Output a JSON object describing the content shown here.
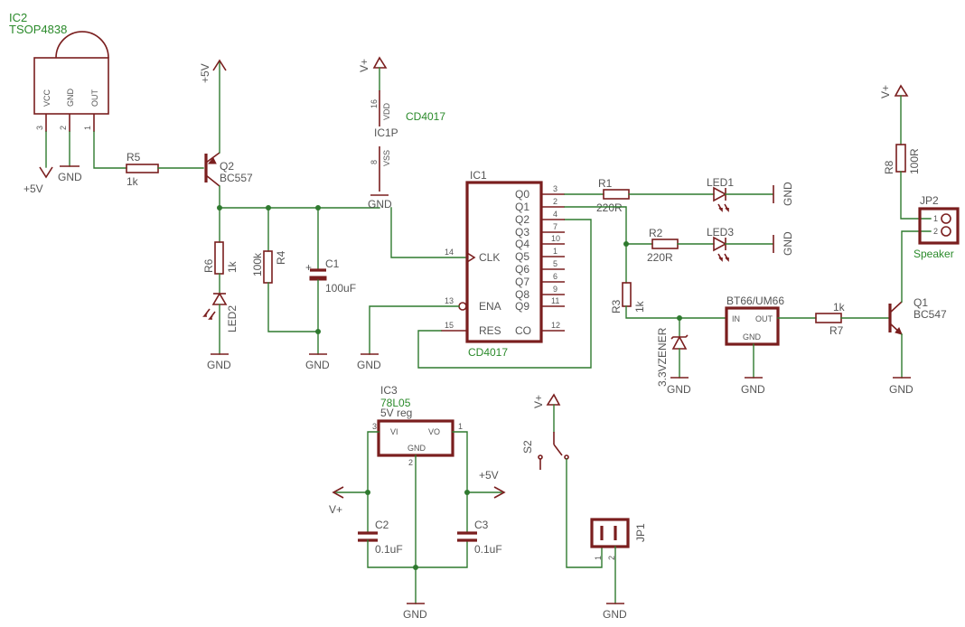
{
  "ic2": {
    "ref": "IC2",
    "part": "TSOP4838",
    "pins": [
      "VCC",
      "GND",
      "OUT"
    ],
    "pin_numbers": [
      "3",
      "2",
      "1"
    ]
  },
  "power": {
    "p5v": "+5V",
    "vplus": "V+",
    "gnd": "GND"
  },
  "r5": {
    "ref": "R5",
    "value": "1k"
  },
  "q2": {
    "ref": "Q2",
    "part": "BC557"
  },
  "r6": {
    "ref": "R6",
    "value": "1k"
  },
  "led2": {
    "ref": "LED2"
  },
  "r4": {
    "ref": "R4",
    "value": "100k"
  },
  "c1": {
    "ref": "C1",
    "value": "100uF",
    "polarity": "+"
  },
  "ic1p": {
    "ref": "IC1P",
    "part": "CD4017",
    "vdd": "VDD",
    "vss": "VSS",
    "pin_vdd": "16",
    "pin_vss": "8"
  },
  "ic1": {
    "ref": "IC1",
    "part": "CD4017",
    "left_pins": [
      {
        "name": "CLK",
        "num": "14"
      },
      {
        "name": "ENA",
        "num": "13"
      },
      {
        "name": "RES",
        "num": "15"
      }
    ],
    "right_pins": [
      {
        "name": "Q0",
        "num": "3"
      },
      {
        "name": "Q1",
        "num": "2"
      },
      {
        "name": "Q2",
        "num": "4"
      },
      {
        "name": "Q3",
        "num": "7"
      },
      {
        "name": "Q4",
        "num": "10"
      },
      {
        "name": "Q5",
        "num": "1"
      },
      {
        "name": "Q6",
        "num": "5"
      },
      {
        "name": "Q7",
        "num": "6"
      },
      {
        "name": "Q8",
        "num": "9"
      },
      {
        "name": "Q9",
        "num": "11"
      },
      {
        "name": "CO",
        "num": "12"
      }
    ]
  },
  "r1": {
    "ref": "R1",
    "value": "220R"
  },
  "r2": {
    "ref": "R2",
    "value": "220R"
  },
  "led1": {
    "ref": "LED1"
  },
  "led3": {
    "ref": "LED3"
  },
  "r3": {
    "ref": "R3",
    "value": "1k"
  },
  "zener": {
    "value": "3.3VZENER"
  },
  "bt66": {
    "ref": "BT66/UM66",
    "in": "IN",
    "out": "OUT",
    "gnd": "GND"
  },
  "r7": {
    "ref": "R7",
    "value": "1k"
  },
  "q1": {
    "ref": "Q1",
    "part": "BC547"
  },
  "r8": {
    "ref": "R8",
    "value": "100R"
  },
  "jp2": {
    "ref": "JP2",
    "label": "Speaker",
    "pins": [
      "1",
      "2"
    ]
  },
  "ic3": {
    "ref": "IC3",
    "part": "78L05",
    "desc": "5V reg",
    "vi": "VI",
    "vo": "VO",
    "gnd": "GND",
    "pin_vi": "3",
    "pin_vo": "1",
    "pin_gnd": "2"
  },
  "c2": {
    "ref": "C2",
    "value": "0.1uF"
  },
  "c3": {
    "ref": "C3",
    "value": "0.1uF"
  },
  "s2": {
    "ref": "S2"
  },
  "jp1": {
    "ref": "JP1",
    "pins": [
      "1",
      "2"
    ]
  }
}
